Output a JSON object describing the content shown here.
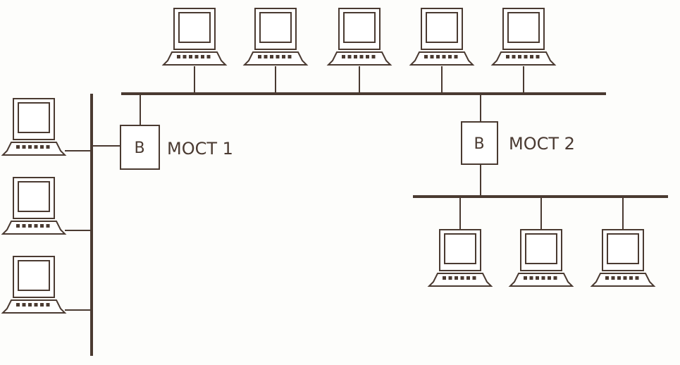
{
  "colors": {
    "line": "#4a3a31",
    "background": "#fdfdfb",
    "fill": "#ffffff"
  },
  "bridges": [
    {
      "letter": "B",
      "label": "МОСТ 1"
    },
    {
      "letter": "B",
      "label": "МОСТ 2"
    }
  ],
  "segments": [
    {
      "id": "top-bus",
      "computer_count": 5
    },
    {
      "id": "left-bus",
      "computer_count": 3
    },
    {
      "id": "right-bus",
      "computer_count": 3
    }
  ],
  "icons": {
    "computer": "computer-icon",
    "bridge": "bridge-box"
  }
}
